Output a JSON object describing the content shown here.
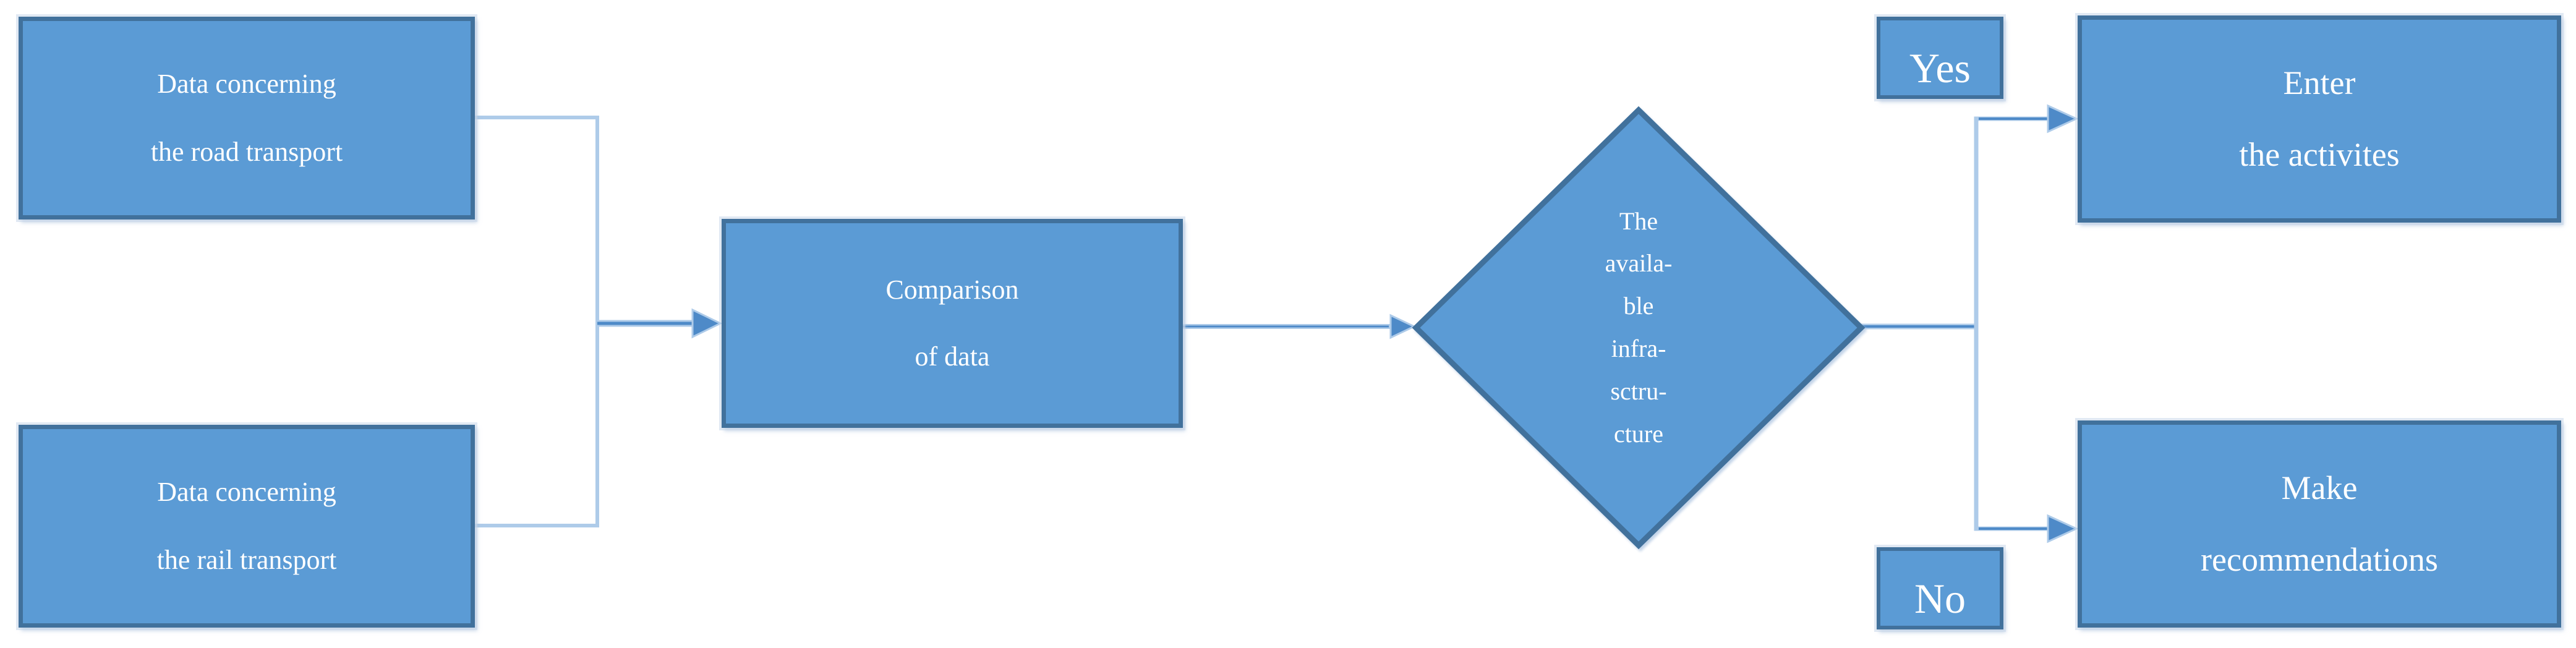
{
  "flowchart": {
    "nodes": {
      "road": {
        "label": "Data concerning\nthe road transport"
      },
      "rail": {
        "label": "Data concerning\nthe rail transport"
      },
      "comparison": {
        "label": "Comparison\nof data"
      },
      "decision": {
        "label": "The\navaila-\nble\ninfra-\nsctru-\ncture"
      },
      "yes_tag": {
        "label": "Yes"
      },
      "no_tag": {
        "label": "No"
      },
      "enter": {
        "label": "Enter\nthe activites"
      },
      "recommend": {
        "label": "Make\nrecommendations"
      }
    },
    "colors": {
      "shape_fill": "#5b9bd5",
      "shape_border": "#41719c",
      "connector_light": "#aecbe9",
      "connector_core": "#4e8ac8",
      "label_text": "#ffffff",
      "shadow": "#c8d7ea",
      "background": "#ffffff"
    }
  }
}
